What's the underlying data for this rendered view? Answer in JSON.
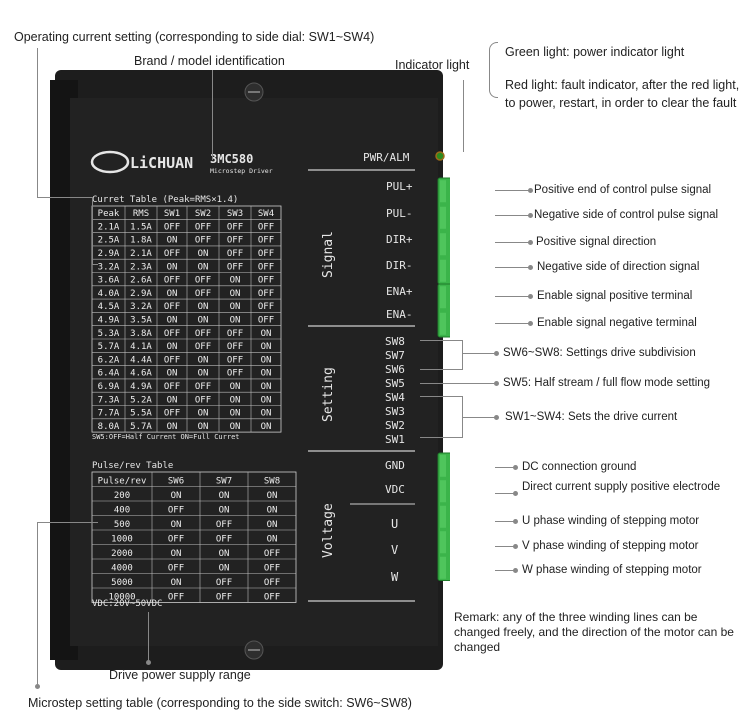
{
  "annotations": {
    "operating_current": "Operating current setting (corresponding to side dial: SW1~SW4)",
    "brand_model": "Brand / model identification",
    "indicator_light": "Indicator light",
    "green_light": "Green light: power indicator light",
    "red_light": "Red light: fault indicator, after the red light, to power, restart, in order to clear the fault",
    "pul_plus": "Positive end of control pulse signal",
    "pul_minus": "Negative side of control pulse signal",
    "dir_plus": "Positive signal direction",
    "dir_minus": "Negative side of direction signal",
    "ena_plus": "Enable signal positive terminal",
    "ena_minus": "Enable signal negative terminal",
    "sw6_8": "SW6~SW8: Settings drive subdivision",
    "sw5": "SW5: Half stream / full flow mode setting",
    "sw1_4": "SW1~SW4: Sets the drive current",
    "gnd": "DC connection ground",
    "vdc": "Direct current supply positive electrode",
    "u": "U phase winding of stepping motor",
    "v": "V phase winding of stepping motor",
    "w": "W phase winding of stepping motor",
    "remark": "Remark: any of the three winding lines can be changed freely, and the direction of the motor can be changed",
    "power_range": "Drive power supply range",
    "microstep_table": "Microstep setting table (corresponding to the side switch: SW6~SW8)"
  },
  "device": {
    "brand": "LiCHUAN",
    "model": "3MC580",
    "subtitle": "Microstep Driver",
    "pwr_alm": "PWR/ALM",
    "signal_section": "Signal",
    "setting_section": "Setting",
    "voltage_section": "Voltage",
    "signal_pins": [
      "PUL+",
      "PUL-",
      "DIR+",
      "DIR-",
      "ENA+",
      "ENA-"
    ],
    "setting_pins": [
      "SW8",
      "SW7",
      "SW6",
      "SW5",
      "SW4",
      "SW3",
      "SW2",
      "SW1"
    ],
    "power_pins": [
      "GND",
      "VDC"
    ],
    "motor_pins": [
      "U",
      "V",
      "W"
    ],
    "voltage_range": "VDC:20V~50VDC",
    "current_table": {
      "title": "Curret Table (Peak=RMS×1.4)",
      "headers": [
        "Peak",
        "RMS",
        "SW1",
        "SW2",
        "SW3",
        "SW4"
      ],
      "rows": [
        [
          "2.1A",
          "1.5A",
          "OFF",
          "OFF",
          "OFF",
          "OFF"
        ],
        [
          "2.5A",
          "1.8A",
          "ON",
          "OFF",
          "OFF",
          "OFF"
        ],
        [
          "2.9A",
          "2.1A",
          "OFF",
          "ON",
          "OFF",
          "OFF"
        ],
        [
          "3.2A",
          "2.3A",
          "ON",
          "ON",
          "OFF",
          "OFF"
        ],
        [
          "3.6A",
          "2.6A",
          "OFF",
          "OFF",
          "ON",
          "OFF"
        ],
        [
          "4.0A",
          "2.9A",
          "ON",
          "OFF",
          "ON",
          "OFF"
        ],
        [
          "4.5A",
          "3.2A",
          "OFF",
          "ON",
          "ON",
          "OFF"
        ],
        [
          "4.9A",
          "3.5A",
          "ON",
          "ON",
          "ON",
          "OFF"
        ],
        [
          "5.3A",
          "3.8A",
          "OFF",
          "OFF",
          "OFF",
          "ON"
        ],
        [
          "5.7A",
          "4.1A",
          "ON",
          "OFF",
          "OFF",
          "ON"
        ],
        [
          "6.2A",
          "4.4A",
          "OFF",
          "ON",
          "OFF",
          "ON"
        ],
        [
          "6.4A",
          "4.6A",
          "ON",
          "ON",
          "OFF",
          "ON"
        ],
        [
          "6.9A",
          "4.9A",
          "OFF",
          "OFF",
          "ON",
          "ON"
        ],
        [
          "7.3A",
          "5.2A",
          "ON",
          "OFF",
          "ON",
          "ON"
        ],
        [
          "7.7A",
          "5.5A",
          "OFF",
          "ON",
          "ON",
          "ON"
        ],
        [
          "8.0A",
          "5.7A",
          "ON",
          "ON",
          "ON",
          "ON"
        ]
      ],
      "note": "SW5:OFF=Half Current ON=Full Curret"
    },
    "pulse_table": {
      "title": "Pulse/rev Table",
      "headers": [
        "Pulse/rev",
        "SW6",
        "SW7",
        "SW8"
      ],
      "rows": [
        [
          "200",
          "ON",
          "ON",
          "ON"
        ],
        [
          "400",
          "OFF",
          "ON",
          "ON"
        ],
        [
          "500",
          "ON",
          "OFF",
          "ON"
        ],
        [
          "1000",
          "OFF",
          "OFF",
          "ON"
        ],
        [
          "2000",
          "ON",
          "ON",
          "OFF"
        ],
        [
          "4000",
          "OFF",
          "ON",
          "OFF"
        ],
        [
          "5000",
          "ON",
          "OFF",
          "OFF"
        ],
        [
          "10000",
          "OFF",
          "OFF",
          "OFF"
        ]
      ]
    }
  },
  "colors": {
    "body": "#1c1c1c",
    "terminal": "#3bb44a",
    "text_on_device": "#e6e6e6",
    "leader_line": "#888888"
  }
}
